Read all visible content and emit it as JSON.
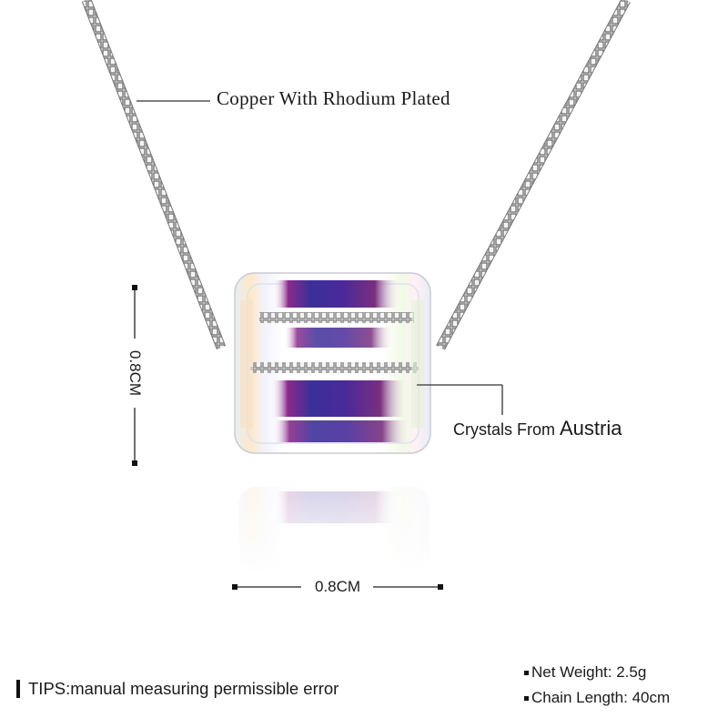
{
  "callouts": {
    "material": "Copper With Rhodium Plated",
    "crystal_prefix": "Crystals From ",
    "crystal_origin": "Austria"
  },
  "dimensions": {
    "height": "0.8CM",
    "width": "0.8CM"
  },
  "tips": "TIPS:manual measuring permissible error",
  "specs": {
    "net_weight": "Net Weight: 2.5g",
    "chain_length": "Chain Length: 40cm"
  },
  "colors": {
    "chain": "#8a8a8a",
    "crystal_violet": "#4a2a9a",
    "crystal_magenta": "#8a2a8a",
    "text": "#1a1a1a"
  }
}
